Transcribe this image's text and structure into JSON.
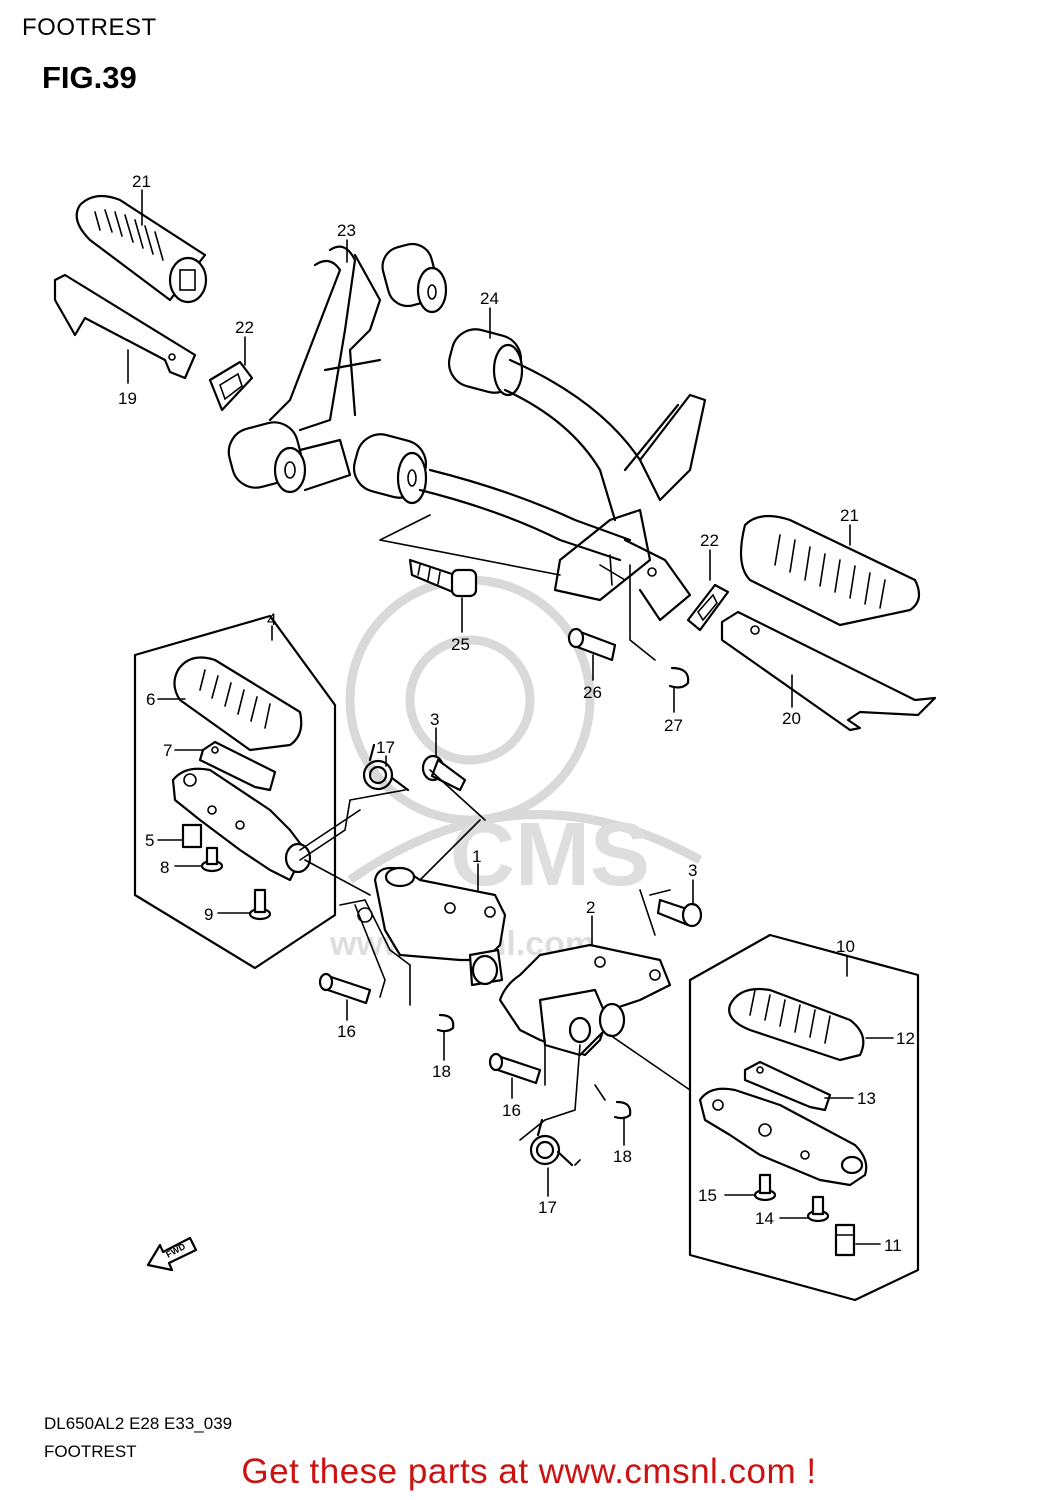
{
  "header": {
    "section": "FOOTREST",
    "figure": "FIG.39"
  },
  "footer": {
    "diagram_code": "DL650AL2 E28 E33_039",
    "section_name": "FOOTREST"
  },
  "promo": {
    "text": "Get these parts at www.cmsnl.com !",
    "color": "#cc1111"
  },
  "watermark": {
    "brand": "CMS",
    "url": "www.cmsnl.com"
  },
  "direction_badge": {
    "text": "FWD"
  },
  "callouts": {
    "c21a": "21",
    "c23": "23",
    "c24": "24",
    "c22a": "22",
    "c19": "19",
    "c21b": "21",
    "c22b": "22",
    "c25": "25",
    "c26": "26",
    "c27": "27",
    "c20": "20",
    "c4": "4",
    "c6": "6",
    "c7": "7",
    "c5": "5",
    "c8": "8",
    "c9": "9",
    "c3a": "3",
    "c17a": "17",
    "c1": "1",
    "c16a": "16",
    "c18a": "18",
    "c3b": "3",
    "c2": "2",
    "c16b": "16",
    "c18b": "18",
    "c17b": "17",
    "c10": "10",
    "c12": "12",
    "c13": "13",
    "c15": "15",
    "c14": "14",
    "c11": "11"
  }
}
